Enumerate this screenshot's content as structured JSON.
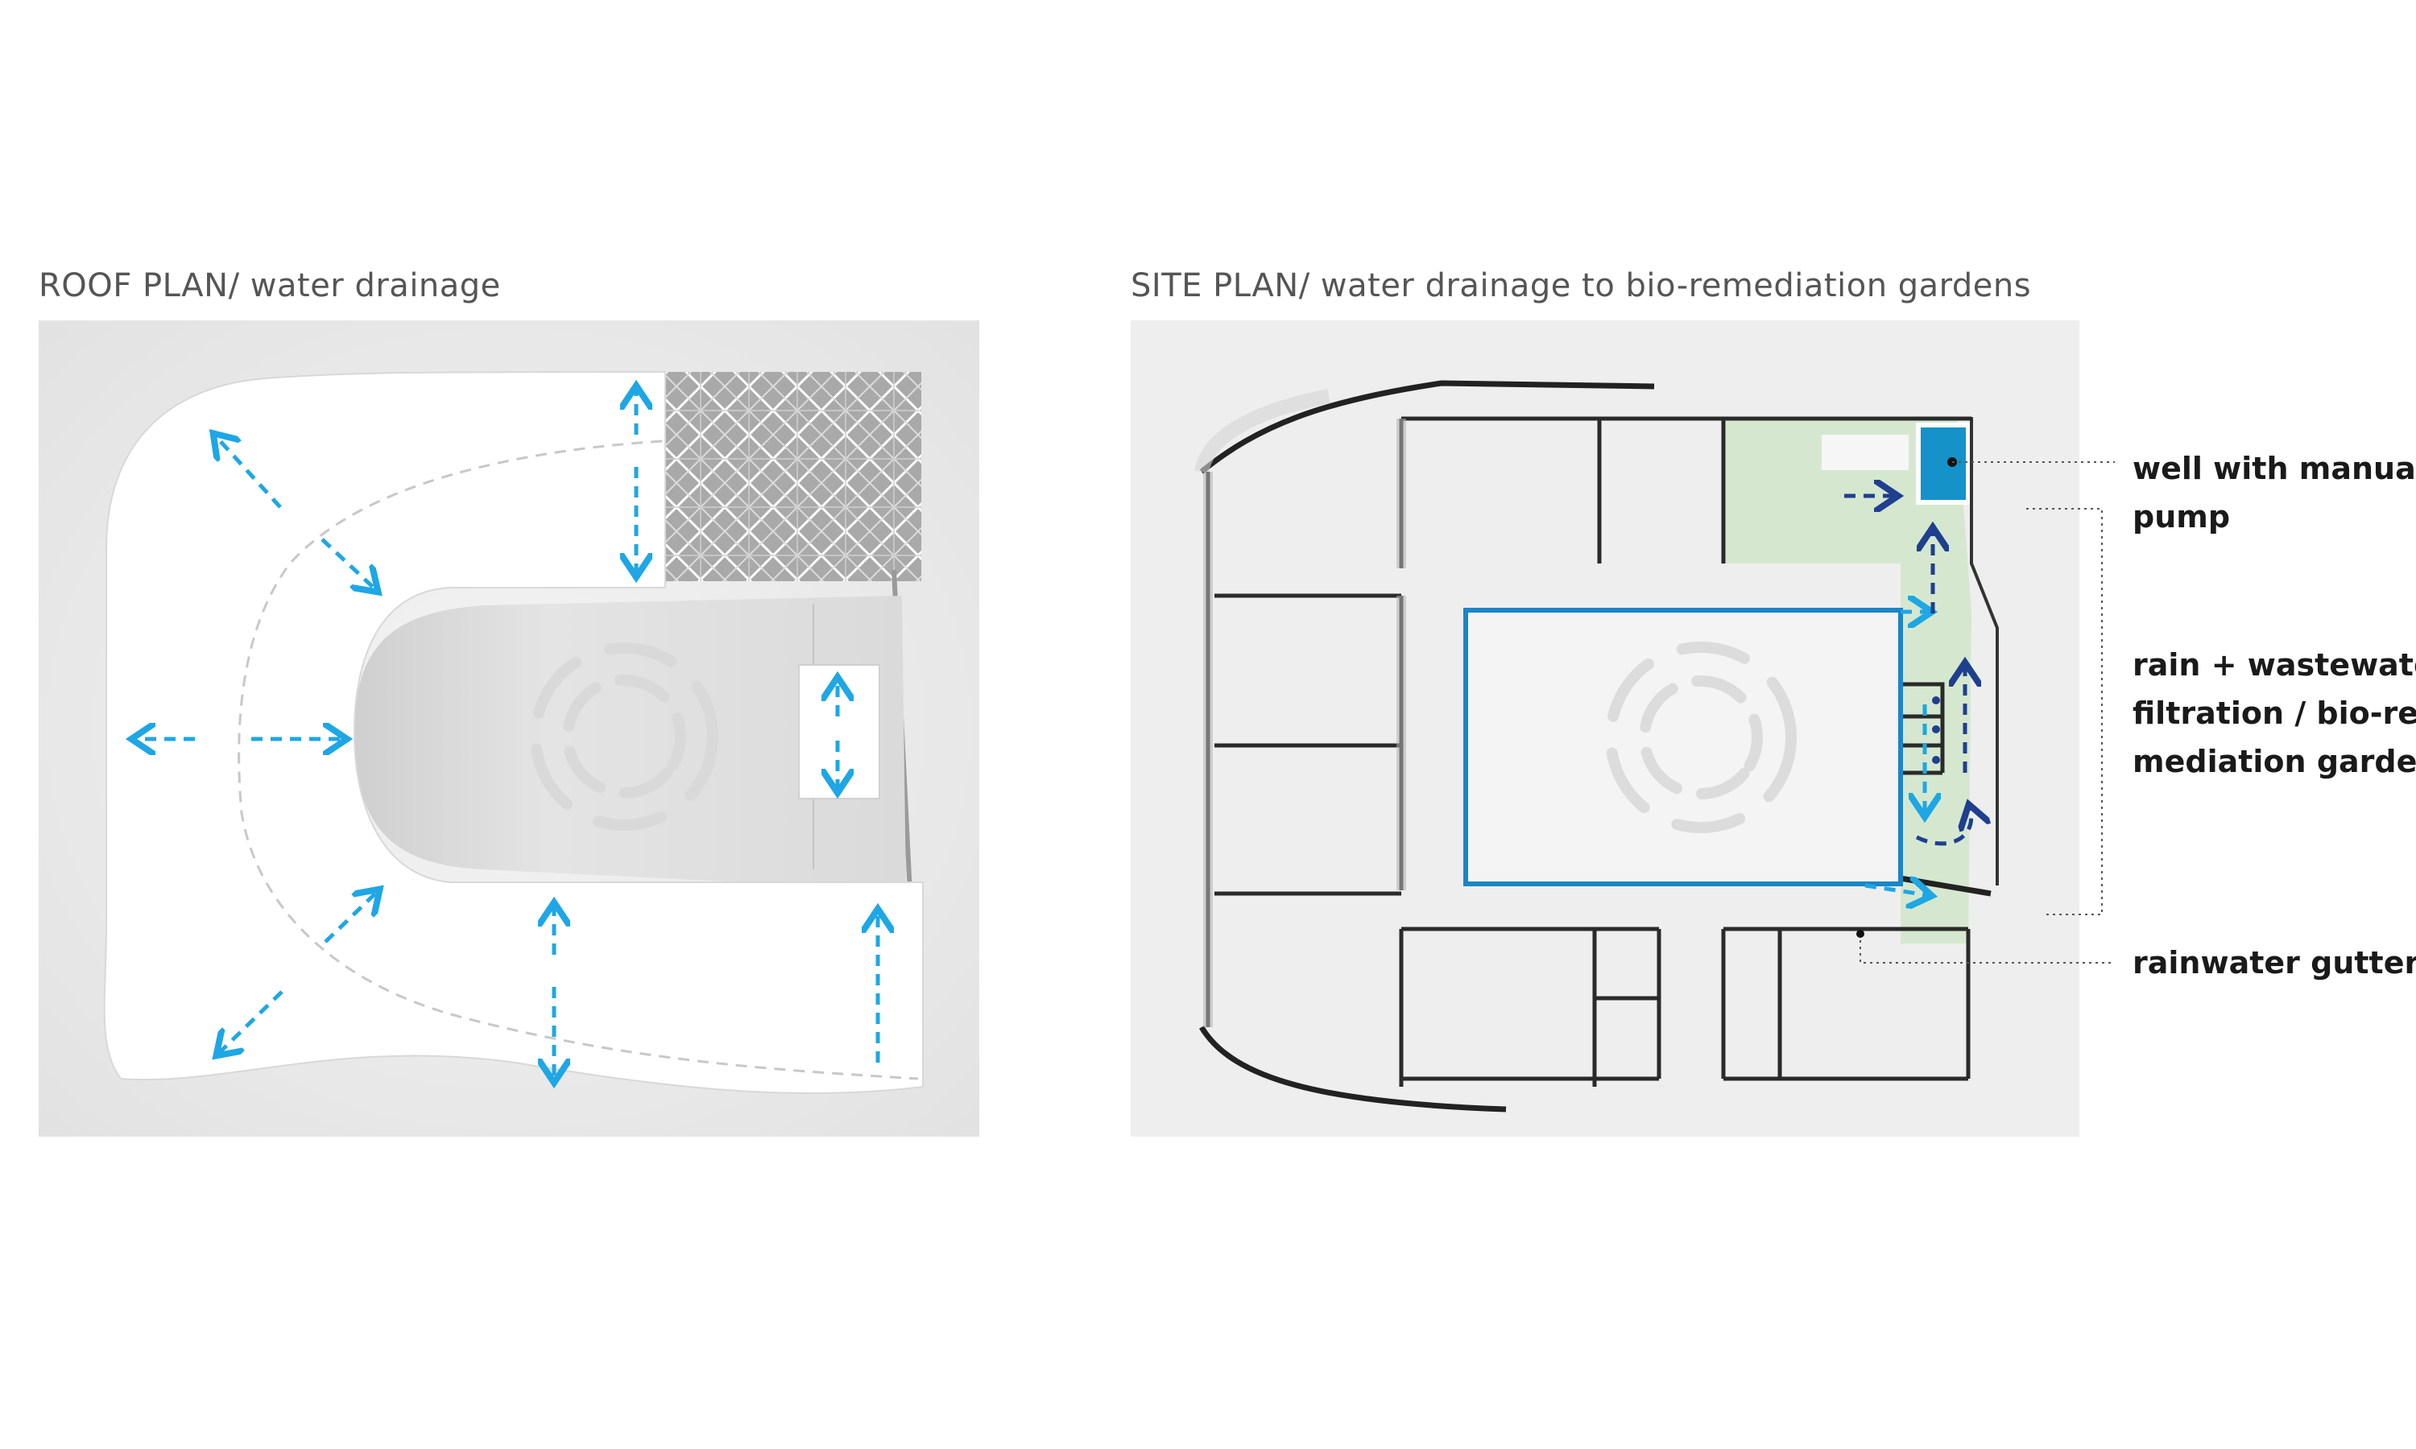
{
  "titles": {
    "roof": "ROOF PLAN/ water drainage",
    "site": "SITE PLAN/ water drainage to bio-remediation gardens"
  },
  "labels": {
    "well": [
      "well with manual",
      "pump"
    ],
    "filtration": [
      "rain + wastewater",
      "filtration / bio-re-",
      "mediation garden"
    ],
    "gutter": [
      "rainwater gutter"
    ]
  },
  "colors": {
    "panel_bg": "#ececec",
    "roof_surface": "#ffffff",
    "courtyard": "#dedede",
    "arrow_light": "#1ea7e4",
    "arrow_dark": "#1f3f8f",
    "garden": "#d5e8cf",
    "well_water": "#1592c9",
    "wall": "#222222"
  }
}
